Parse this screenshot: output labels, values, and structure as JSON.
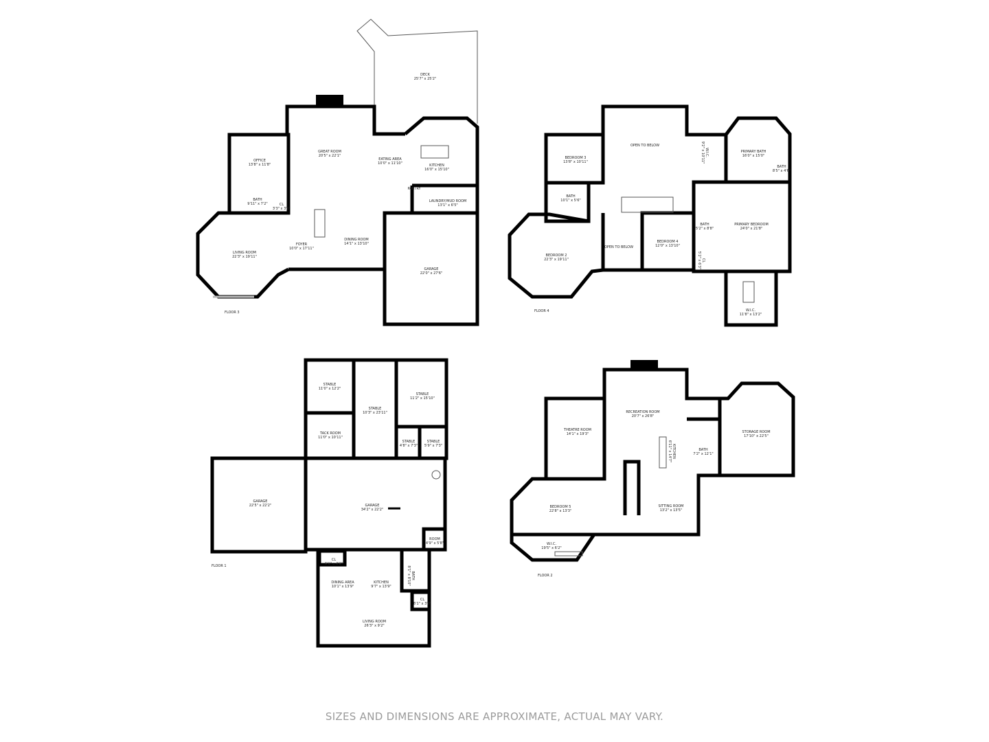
{
  "floors": [
    {
      "label": "FLOOR 3",
      "rooms": [
        {
          "name": "DECK",
          "dims": "25'7\" x 25'2\""
        },
        {
          "name": "GREAT ROOM",
          "dims": "20'5\" x 22'1\""
        },
        {
          "name": "EATING AREA",
          "dims": "10'0\" x 11'10\""
        },
        {
          "name": "KITCHEN",
          "dims": "16'0\" x 15'10\""
        },
        {
          "name": "OFFICE",
          "dims": "13'8\" x 11'8\""
        },
        {
          "name": "BATH",
          "dims": "9'11\" x 7'2\""
        },
        {
          "name": "CL",
          "dims": "3'3\" x 3'6\""
        },
        {
          "name": "PANTRY",
          "dims": ""
        },
        {
          "name": "LAUNDRY/MUD ROOM",
          "dims": "13'1\" x 6'5\""
        },
        {
          "name": "LIVING ROOM",
          "dims": "22'3\" x 19'11\""
        },
        {
          "name": "FOYER",
          "dims": "10'0\" x 17'11\""
        },
        {
          "name": "DINING ROOM",
          "dims": "14'1\" x 13'10\""
        },
        {
          "name": "GARAGE",
          "dims": "22'0\" x 27'6\""
        }
      ]
    },
    {
      "label": "FLOOR 4",
      "rooms": [
        {
          "name": "BEDROOM 3",
          "dims": "13'8\" x 10'11\""
        },
        {
          "name": "OPEN TO BELOW",
          "dims": ""
        },
        {
          "name": "W.I.C.",
          "dims": "9'2\" x 10'11\""
        },
        {
          "name": "PRIMARY BATH",
          "dims": "16'0\" x 15'0\""
        },
        {
          "name": "BATH",
          "dims": "8'5\" x 4'6\""
        },
        {
          "name": "BATH",
          "dims": "10'1\" x 5'6\""
        },
        {
          "name": "PRIMARY BEDROOM",
          "dims": "24'0\" x 21'8\""
        },
        {
          "name": "BATH",
          "dims": "5'2\" x 8'8\""
        },
        {
          "name": "CL",
          "dims": "5'2\" x 6'3\""
        },
        {
          "name": "BEDROOM 4",
          "dims": "12'0\" x 13'10\""
        },
        {
          "name": "OPEN TO BELOW",
          "dims": ""
        },
        {
          "name": "BEDROOM 2",
          "dims": "22'3\" x 19'11\""
        },
        {
          "name": "W.I.C.",
          "dims": "11'8\" x 13'2\""
        }
      ]
    },
    {
      "label": "FLOOR 1",
      "rooms": [
        {
          "name": "STABLE",
          "dims": "11'0\" x 12'2\""
        },
        {
          "name": "STABLE",
          "dims": "10'3\" x 23'11\""
        },
        {
          "name": "STABLE",
          "dims": "11'2\" x 15'10\""
        },
        {
          "name": "TACK ROOM",
          "dims": "11'0\" x 10'11\""
        },
        {
          "name": "STABLE",
          "dims": "4'8\" x 7'3\""
        },
        {
          "name": "STABLE",
          "dims": "5'9\" x 7'3\""
        },
        {
          "name": "GARAGE",
          "dims": "22'5\" x 22'2\""
        },
        {
          "name": "GARAGE",
          "dims": "34'2\" x 22'2\""
        },
        {
          "name": "ROOM",
          "dims": "4'9\" x 5'8\""
        },
        {
          "name": "CL",
          "dims": "6'1\" x 3'2\""
        },
        {
          "name": "DINING AREA",
          "dims": "10'1\" x 13'9\""
        },
        {
          "name": "KITCHEN",
          "dims": "9'7\" x 13'9\""
        },
        {
          "name": "BATH",
          "dims": "8'1\" x 8'10\""
        },
        {
          "name": "CL",
          "dims": "6'1\" x 3'0\""
        },
        {
          "name": "LIVING ROOM",
          "dims": "26'3\" x 9'2\""
        }
      ]
    },
    {
      "label": "FLOOR 2",
      "rooms": [
        {
          "name": "RECREATION ROOM",
          "dims": "20'7\" x 26'8\""
        },
        {
          "name": "THEATRE ROOM",
          "dims": "14'1\" x 19'3\""
        },
        {
          "name": "KITCHEN",
          "dims": "6'11\" x 14'7\""
        },
        {
          "name": "BATH",
          "dims": "7'2\" x 12'1\""
        },
        {
          "name": "STORAGE ROOM",
          "dims": "17'10\" x 22'5\""
        },
        {
          "name": "BEDROOM 5",
          "dims": "22'8\" x 13'3\""
        },
        {
          "name": "SITTING ROOM",
          "dims": "13'2\" x 13'5\""
        },
        {
          "name": "W.I.C.",
          "dims": "19'5\" x 6'2\""
        }
      ]
    }
  ],
  "disclaimer": "SIZES AND DIMENSIONS ARE APPROXIMATE, ACTUAL MAY VARY."
}
